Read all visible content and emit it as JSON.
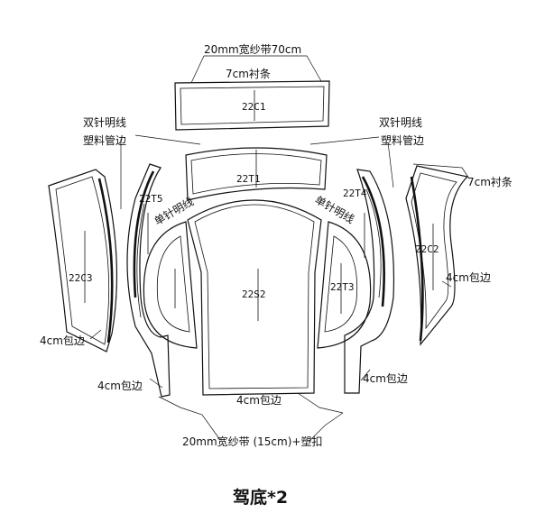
{
  "labels": {
    "tape_top": "20mm宽纱带70cm",
    "lining_top": "7cm衬条",
    "double_left_1": "双针明线",
    "double_left_2": "塑料管边",
    "double_right_1": "双针明线",
    "double_right_2": "塑料管边",
    "single_left": "单针明线",
    "single_right": "单针明线",
    "lining_right": "7cm衬条",
    "wrap_right_mid": "4cm包边",
    "wrap_left_low": "4cm包边",
    "wrap_left_bottom": "4cm包边",
    "wrap_center": "4cm包边",
    "wrap_right_bottom": "4cm包边",
    "tape_bottom": "20mm宽纱带 (15cm)+塑扣",
    "title": "驾底*2"
  },
  "pieces": {
    "c1": "22C1",
    "t1": "22T1",
    "t5": "22T5",
    "t4": "22T4",
    "c3": "22C3",
    "c2": "22C2",
    "s2": "22S2",
    "t3": "22T3"
  }
}
